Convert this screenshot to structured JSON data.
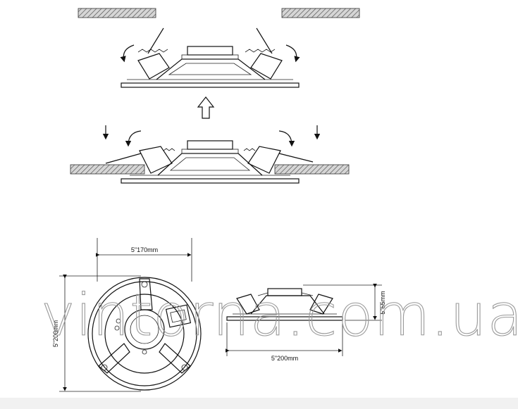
{
  "dimensions": {
    "top_width": "5\"170mm",
    "left_height": "5\"200mm",
    "side_width": "5\"200mm",
    "side_height": "5\"55mm"
  },
  "watermark": "vintorna.com.ua",
  "colors": {
    "line": "#111111",
    "watermark": "#9a9a9a",
    "hatch": "#555555",
    "footer": "#f1f1f1"
  }
}
